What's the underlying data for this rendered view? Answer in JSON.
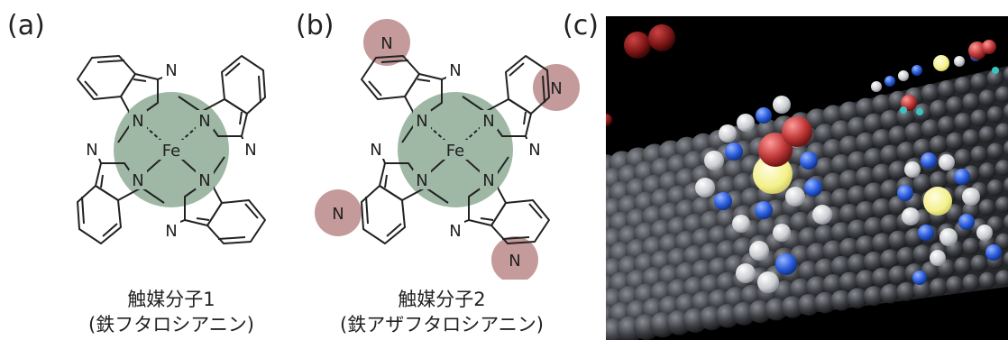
{
  "panels": {
    "a": {
      "label": "(a)",
      "caption_line1": "触媒分子1",
      "caption_line2": "(鉄フタロシアニン)"
    },
    "b": {
      "label": "(b)",
      "caption_line1": "触媒分子2",
      "caption_line2": "(鉄アザフタロシアニン)"
    },
    "c": {
      "label": "(c)"
    }
  },
  "atoms": {
    "metal": "Fe",
    "nitrogen": "N"
  },
  "colors": {
    "center_highlight": "#9fb8a5",
    "pyridine_highlight": "#c49a9a",
    "render_background": "#000000",
    "carbon_sphere": "#3e4045",
    "nitrogen_sphere": "#2d5fe0",
    "iron_sphere": "#f3f08a",
    "oxygen_sphere": "#c23a3a"
  }
}
